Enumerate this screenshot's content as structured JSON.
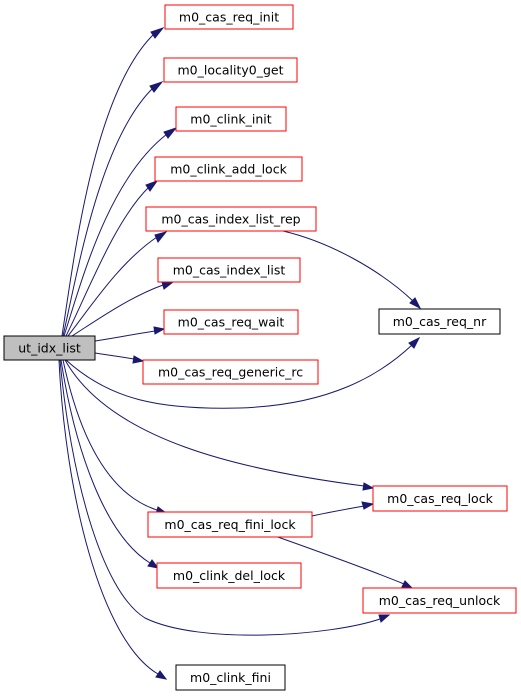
{
  "colors": {
    "edge": "#191970",
    "root_fill": "#bfbfbf",
    "root_border": "#000000",
    "callee_border": "#ff0000",
    "plain_border": "#000000",
    "node_fill": "#ffffff"
  },
  "nodes": {
    "ut_idx_list": "ut_idx_list",
    "m0_cas_req_init": "m0_cas_req_init",
    "m0_locality0_get": "m0_locality0_get",
    "m0_clink_init": "m0_clink_init",
    "m0_clink_add_lock": "m0_clink_add_lock",
    "m0_cas_index_list_rep": "m0_cas_index_list_rep",
    "m0_cas_index_list": "m0_cas_index_list",
    "m0_cas_req_wait": "m0_cas_req_wait",
    "m0_cas_req_generic_rc": "m0_cas_req_generic_rc",
    "m0_cas_req_nr": "m0_cas_req_nr",
    "m0_cas_req_lock": "m0_cas_req_lock",
    "m0_cas_req_fini_lock": "m0_cas_req_fini_lock",
    "m0_clink_del_lock": "m0_clink_del_lock",
    "m0_cas_req_unlock": "m0_cas_req_unlock",
    "m0_clink_fini": "m0_clink_fini"
  }
}
